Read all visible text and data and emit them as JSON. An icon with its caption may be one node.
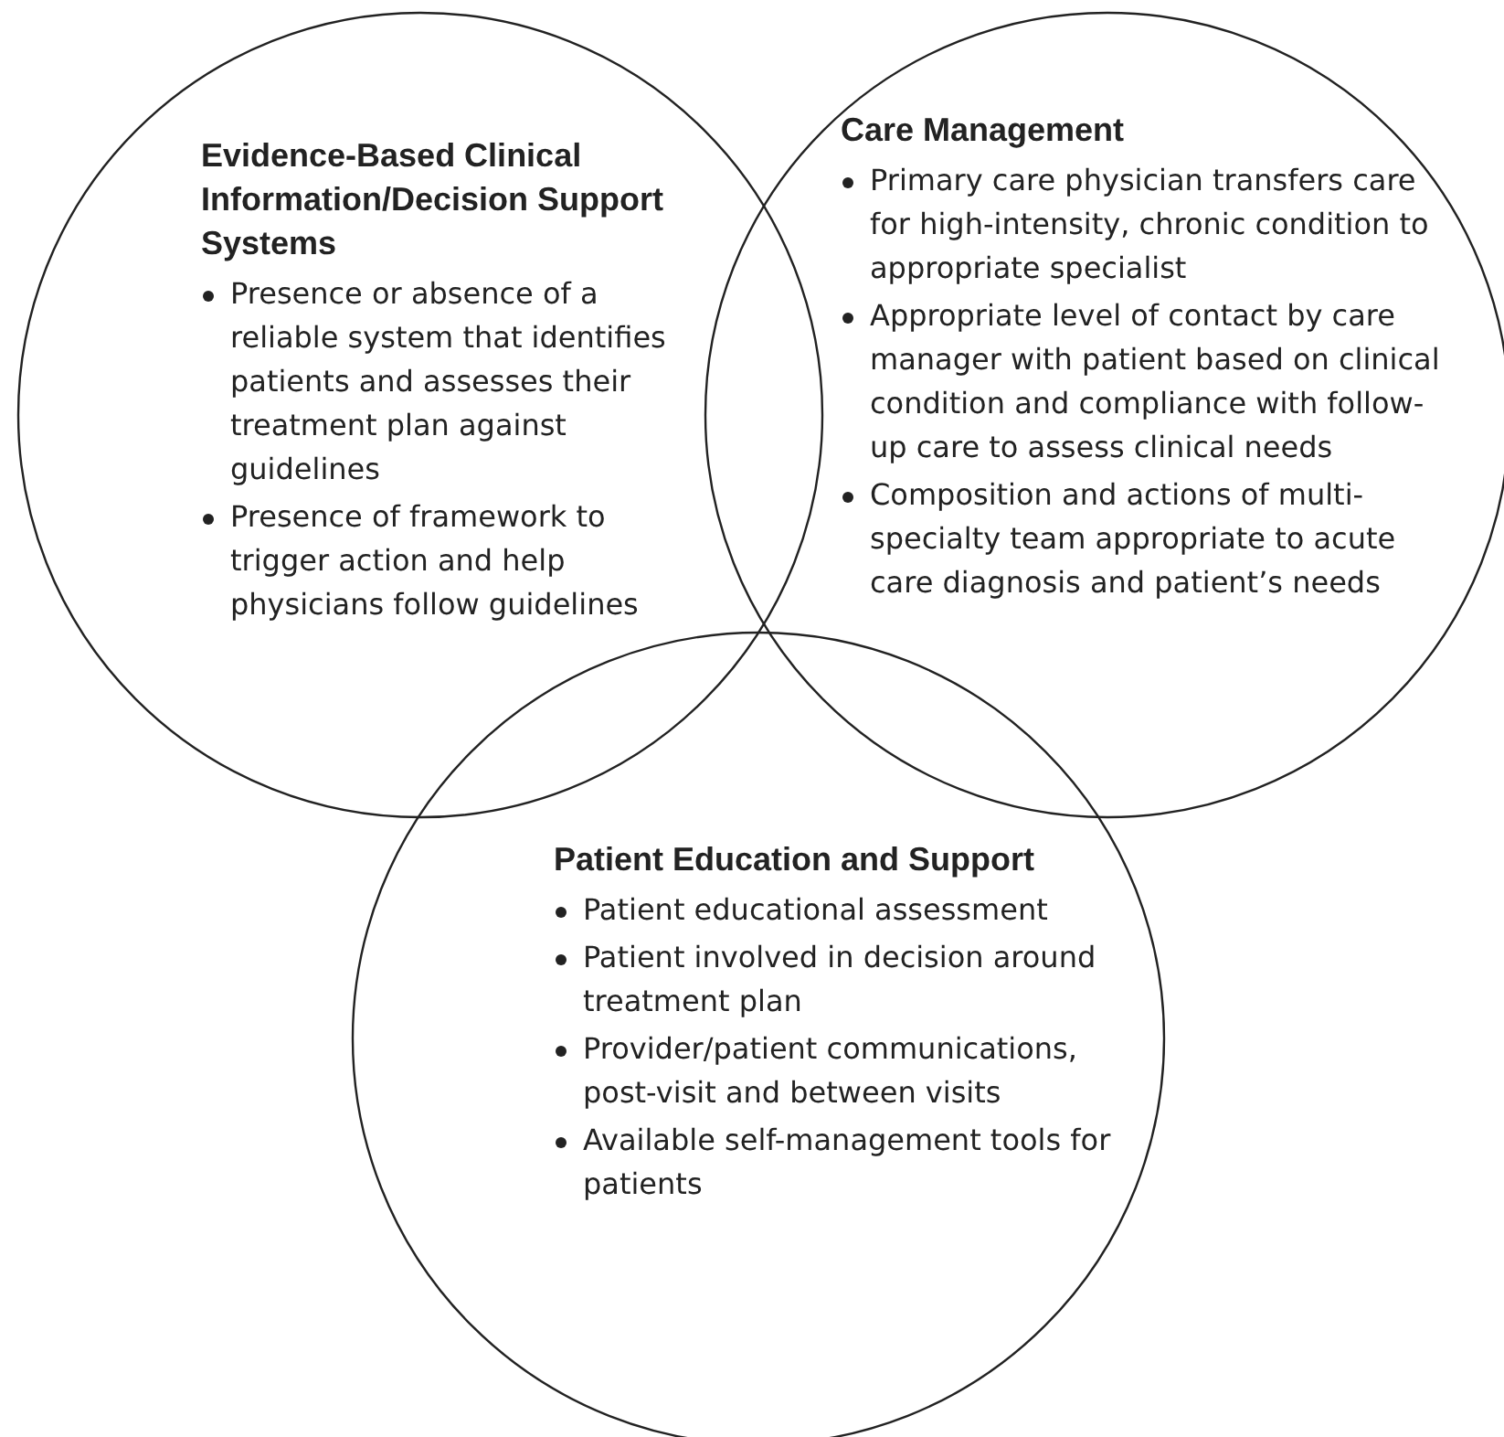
{
  "diagram": {
    "nodes": [
      {
        "text": [
          "Evidence-Based Clinical Information/Decision Support Systems",
          "Presence or absence of a reliable system that identifies patients and assesses their treatment plan against guidelines",
          "Presence of framework to trigger action and help physicians follow guidelines"
        ]
      },
      {
        "text": [
          "Care Management",
          "Primary care physician transfers care for high-intensity, chronic condition to appropriate specialist",
          "Appropriate level of contact by care manager with patient based on clinical condition and compliance with follow-up care to assess clinical needs",
          "Composition and actions of multi-specialty team appropriate to acute care diagnosis and patient’s needs"
        ]
      },
      {
        "text": [
          "Patient Education and Support",
          "Patient educational assessment",
          "Patient involved in decision around treatment plan",
          "Provider/patient communications, post-visit and between visits",
          "Available self-management tools for patients"
        ]
      }
    ]
  }
}
